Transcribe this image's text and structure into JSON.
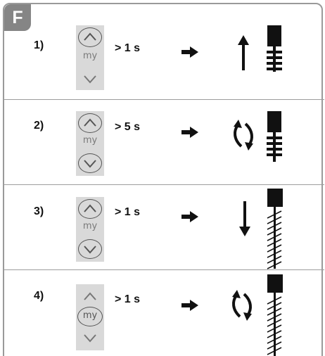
{
  "panel_label": "F",
  "remote_my_label": "my",
  "steps": [
    {
      "number": "1)",
      "duration": "> 1 s",
      "pressed": "up",
      "motion": "up",
      "blind": "roller"
    },
    {
      "number": "2)",
      "duration": "> 5 s",
      "pressed": "up+down",
      "motion": "cycle",
      "blind": "roller"
    },
    {
      "number": "3)",
      "duration": "> 1 s",
      "pressed": "up+down",
      "motion": "down",
      "blind": "venetian"
    },
    {
      "number": "4)",
      "duration": "> 1 s",
      "pressed": "my",
      "motion": "cycle",
      "blind": "venetian"
    }
  ],
  "colors": {
    "frame": "#9a9a9a",
    "tag_bg": "#858585",
    "remote_bg": "#d9d9d9",
    "ink": "#111111"
  }
}
